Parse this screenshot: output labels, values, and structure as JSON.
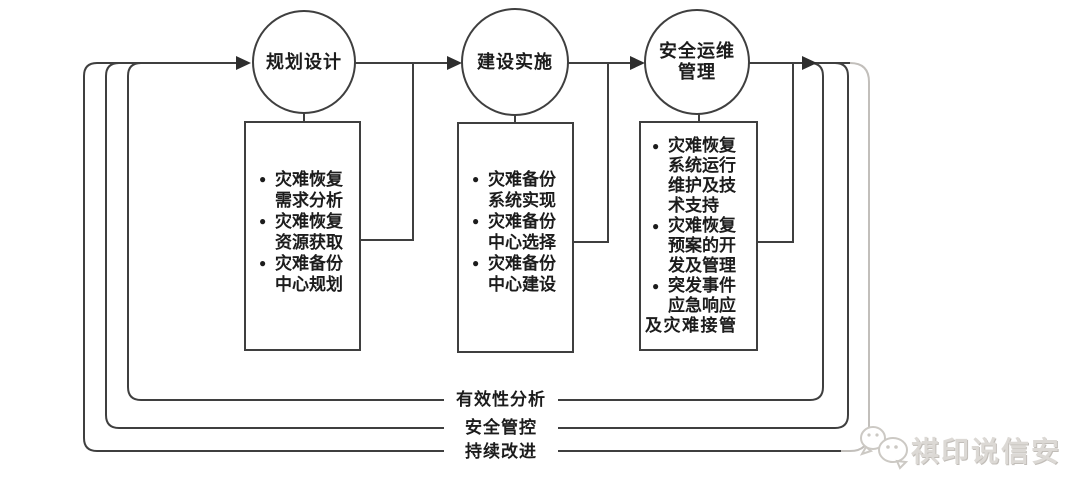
{
  "diagram": {
    "stages": [
      {
        "circle_label": "规划设计",
        "box_items": [
          {
            "bullet": "●",
            "text": "灾难恢复\n需求分析"
          },
          {
            "bullet": "●",
            "text": "灾难恢复\n资源获取"
          },
          {
            "bullet": "●",
            "text": "灾难备份\n中心规划"
          }
        ]
      },
      {
        "circle_label": "建设实施",
        "box_items": [
          {
            "bullet": "●",
            "text": "灾难备份\n系统实现"
          },
          {
            "bullet": "●",
            "text": "灾难备份\n中心选择"
          },
          {
            "bullet": "●",
            "text": "灾难备份\n中心建设"
          }
        ]
      },
      {
        "circle_label": "安全运维\n管理",
        "box_items": [
          {
            "bullet": "●",
            "text": "灾难恢复\n系统运行\n维护及技\n术支持"
          },
          {
            "bullet": "●",
            "text": "灾难恢复\n预案的开\n发及管理"
          },
          {
            "bullet": "●",
            "text": "突发事件\n应急响应",
            "overflow": "及灾难接管"
          }
        ]
      }
    ],
    "feedback_loops": [
      {
        "label": "有效性分析"
      },
      {
        "label": "安全管控"
      },
      {
        "label": "持续改进"
      }
    ],
    "colors": {
      "line": "#3f3f3f",
      "line_light": "#c2bfbb",
      "text": "#1c1c1c",
      "watermark": "#dcd9d5"
    }
  },
  "watermark": {
    "text": "祺印说信安",
    "icon": "wechat-chat-bubbles-icon"
  }
}
